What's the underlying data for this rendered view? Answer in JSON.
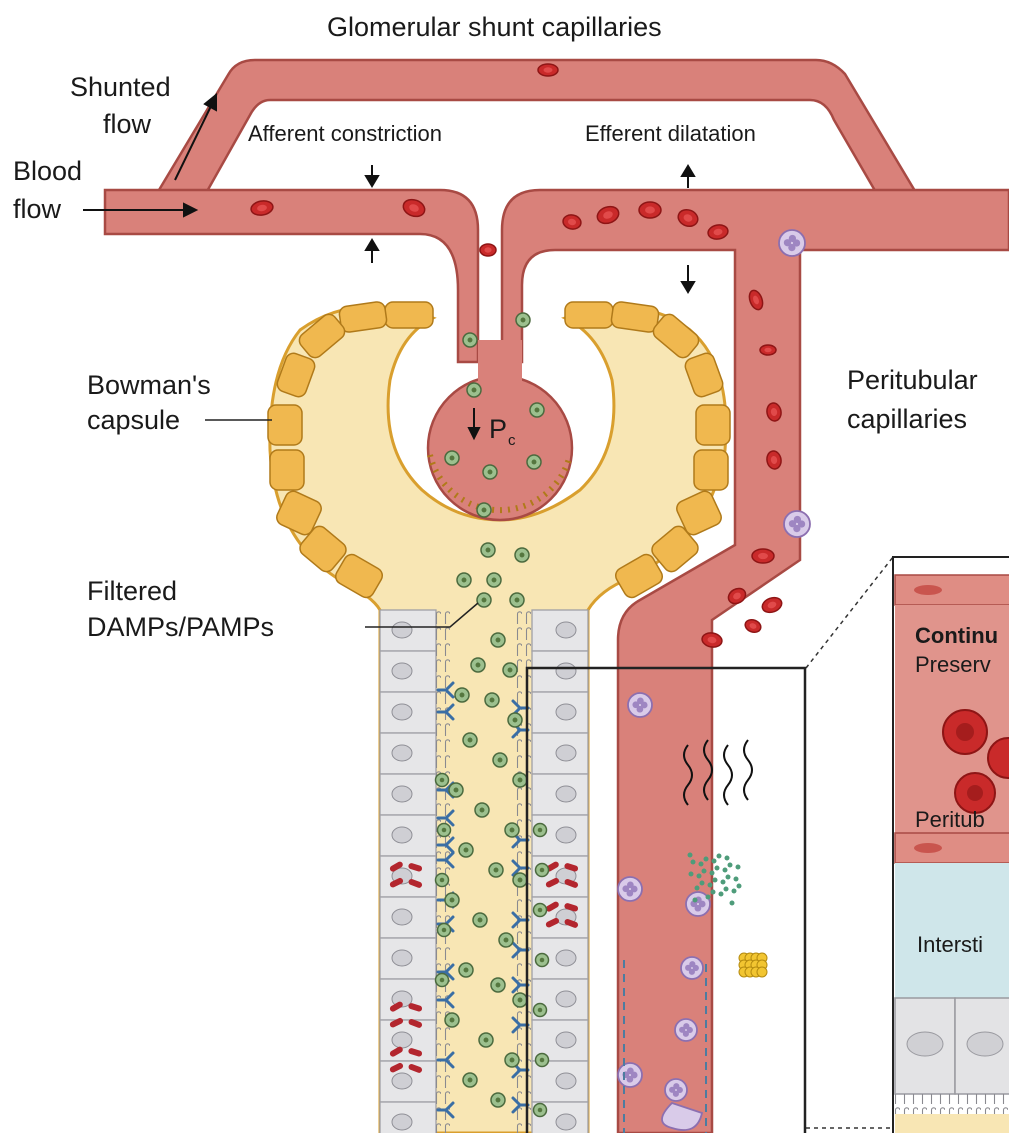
{
  "labels": {
    "title": "Glomerular shunt capillaries",
    "shunted_flow": [
      "Shunted",
      "flow"
    ],
    "blood_flow": [
      "Blood",
      "flow"
    ],
    "afferent_constriction": "Afferent constriction",
    "efferent_dilatation": "Efferent dilatation",
    "bowmans_capsule": [
      "Bowman's",
      "capsule"
    ],
    "pressure_symbol": "P",
    "pressure_subscript": "c",
    "peritubular_capillaries": [
      "Peritubular",
      "capillaries"
    ],
    "filtered_damps": [
      "Filtered",
      "DAMPs/PAMPs"
    ],
    "inset_continuous": "Continu",
    "inset_preserved": "Preserv",
    "inset_peritubular": "Peritub",
    "inset_interstitium": "Intersti"
  },
  "colors": {
    "vessel_fill": "#d9817a",
    "vessel_stroke": "#a84a44",
    "capsule_fill": "#f8e6b4",
    "capsule_wall": "#eab44a",
    "tubule_cell": "#e6e6e8",
    "receptor": "#3a6ea5",
    "pamp": "#9cc08e",
    "rbc": "#c92a2a",
    "leukocyte": "#c8b6de",
    "interstitium": "#cfe6ea"
  }
}
